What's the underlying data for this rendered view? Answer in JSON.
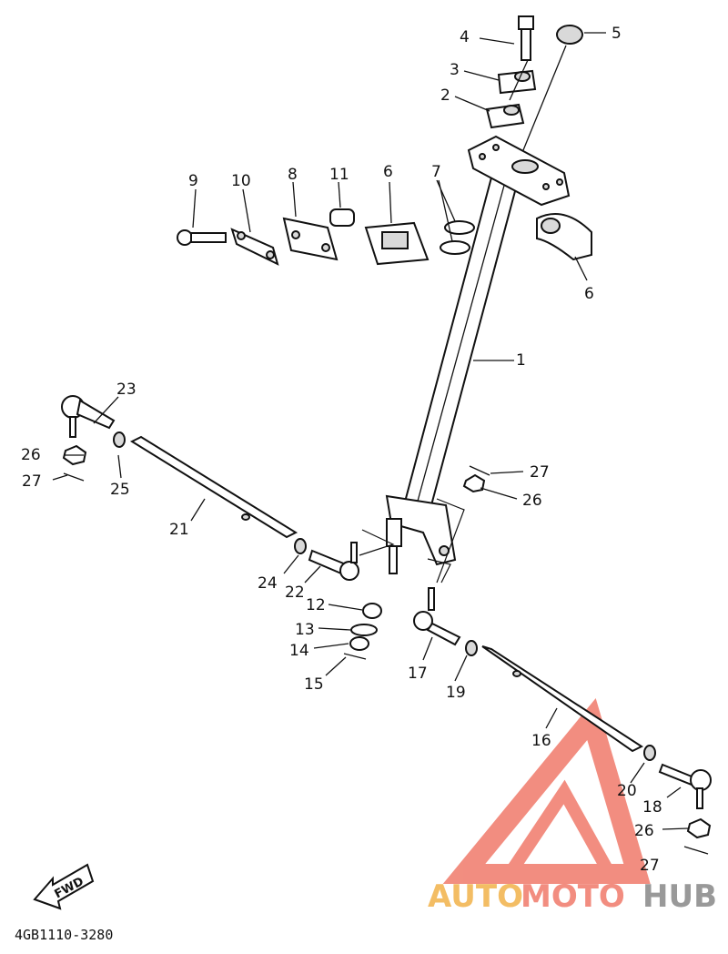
{
  "diagram": {
    "part_labels": {
      "p1": "1",
      "p2": "2",
      "p3": "3",
      "p4": "4",
      "p5": "5",
      "p6a": "6",
      "p6b": "6",
      "p7": "7",
      "p8": "8",
      "p9": "9",
      "p10": "10",
      "p11": "11",
      "p12": "12",
      "p13": "13",
      "p14": "14",
      "p15": "15",
      "p16": "16",
      "p17": "17",
      "p18": "18",
      "p19": "19",
      "p20": "20",
      "p21": "21",
      "p22": "22",
      "p23": "23",
      "p24": "24",
      "p25": "25",
      "p26a": "26",
      "p26b": "26",
      "p26c": "26",
      "p27a": "27",
      "p27b": "27",
      "p27c": "27"
    },
    "fwd_label": "FWD",
    "drawing_code": "4GB1110-3280"
  },
  "watermark": {
    "text_auto": "AUTO",
    "text_moto": "MOTO",
    "text_hub": "HUB",
    "color_primary": "#f07a6a",
    "color_secondary": "#888888",
    "color_accent": "#f2b24a"
  }
}
